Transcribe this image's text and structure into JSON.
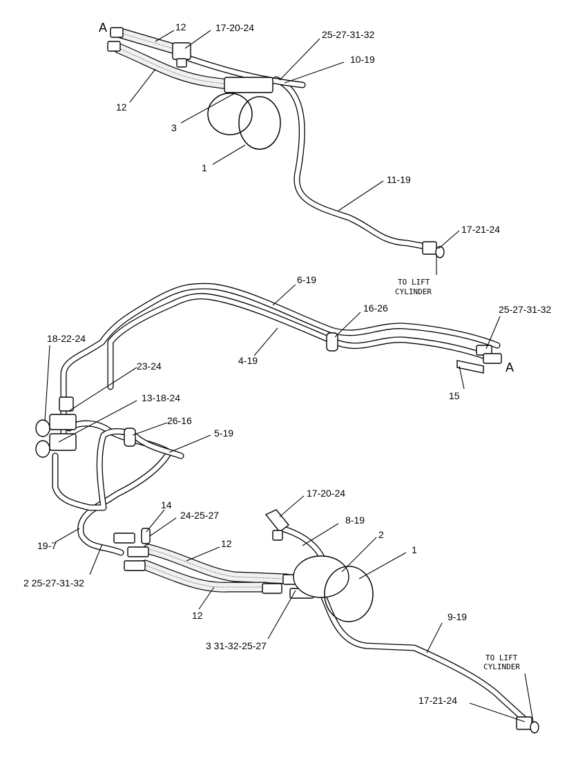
{
  "view_marks": [
    "A",
    "A"
  ],
  "notes": {
    "to_lift_cylinder_top": [
      "TO LIFT",
      "CYLINDER"
    ],
    "to_lift_cylinder_bottom": [
      "TO LIFT",
      "CYLINDER"
    ]
  },
  "callouts": [
    "12",
    "17-20-24",
    "25-27-31-32",
    "10-19",
    "12",
    "3",
    "1",
    "11-19",
    "17-21-24",
    "6-19",
    "16-26",
    "25-27-31-32",
    "4-19",
    "15",
    "18-22-24",
    "23-24",
    "13-18-24",
    "26-16",
    "5-19",
    "14",
    "24-25-27",
    "17-20-24",
    "8-19",
    "2",
    "1",
    "19-7",
    "12",
    "2 25-27-31-32",
    "12",
    "9-19",
    "3 31-32-25-27",
    "17-21-24"
  ]
}
